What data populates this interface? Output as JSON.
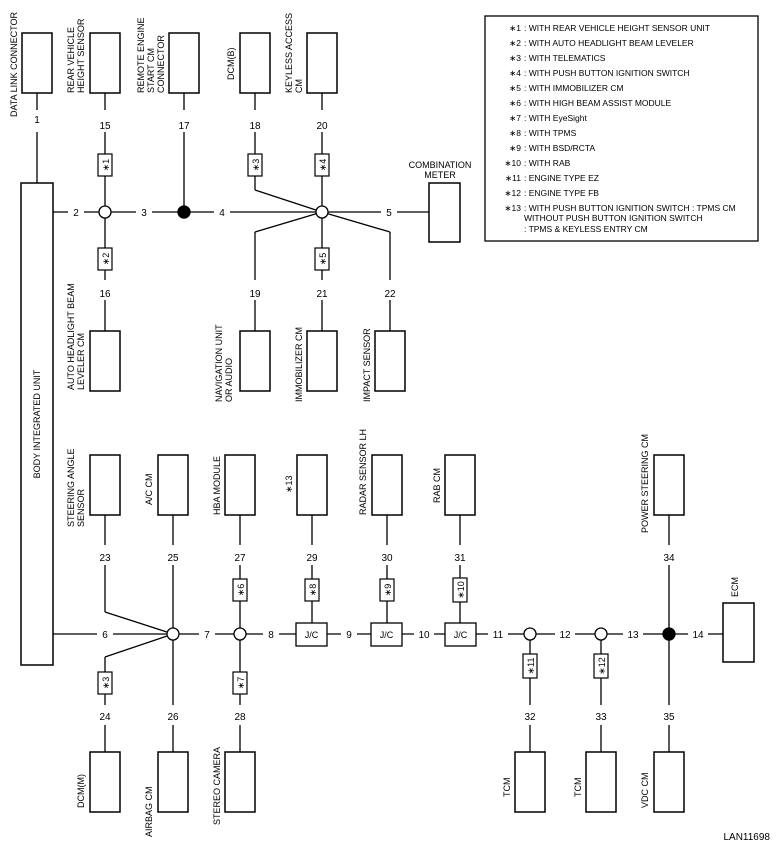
{
  "diagram": {
    "figure_id": "LAN11698",
    "colors": {
      "line": "#000000",
      "background": "#ffffff"
    },
    "body_unit_label": "BODY INTEGRATED UNIT",
    "units": [
      {
        "key": "dlc",
        "label": "DATA LINK CONNECTOR"
      },
      {
        "key": "rvh",
        "label": "REAR VEHICLE HEIGHT SENSOR"
      },
      {
        "key": "res",
        "label": "REMOTE ENGINE START CM CONNECTOR"
      },
      {
        "key": "dcmb",
        "label": "DCM(B)"
      },
      {
        "key": "kacm",
        "label": "KEYLESS ACCESS CM"
      },
      {
        "key": "meter",
        "label": "COMBINATION METER"
      },
      {
        "key": "ahbl",
        "label": "AUTO HEADLIGHT BEAM LEVELER CM"
      },
      {
        "key": "nav",
        "label": "NAVIGATION UNIT OR AUDIO"
      },
      {
        "key": "immo",
        "label": "IMMOBILIZER CM"
      },
      {
        "key": "impact",
        "label": "IMPACT SENSOR"
      },
      {
        "key": "steer",
        "label": "STEERING ANGLE SENSOR"
      },
      {
        "key": "ac",
        "label": "A/C CM"
      },
      {
        "key": "hba",
        "label": "HBA MODULE"
      },
      {
        "key": "n13",
        "label": "∗13"
      },
      {
        "key": "radar",
        "label": "RADAR SENSOR LH"
      },
      {
        "key": "rab",
        "label": "RAB CM"
      },
      {
        "key": "ps",
        "label": "POWER STEERING CM"
      },
      {
        "key": "ecm",
        "label": "ECM"
      },
      {
        "key": "dcmm",
        "label": "DCM(M)"
      },
      {
        "key": "airbag",
        "label": "AIRBAG CM"
      },
      {
        "key": "stereo",
        "label": "STEREO CAMERA"
      },
      {
        "key": "tcm1",
        "label": "TCM"
      },
      {
        "key": "tcm2",
        "label": "TCM"
      },
      {
        "key": "vdc",
        "label": "VDC CM"
      }
    ],
    "wire_numbers": [
      "1",
      "2",
      "3",
      "4",
      "5",
      "6",
      "7",
      "8",
      "9",
      "10",
      "11",
      "12",
      "13",
      "14",
      "15",
      "16",
      "17",
      "18",
      "19",
      "20",
      "21",
      "22",
      "23",
      "24",
      "25",
      "26",
      "27",
      "28",
      "29",
      "30",
      "31",
      "32",
      "33",
      "34",
      "35"
    ],
    "condition_tags": [
      "∗1",
      "∗2",
      "∗3",
      "∗4",
      "∗5",
      "∗3",
      "∗6",
      "∗7",
      "∗8",
      "∗9",
      "∗10",
      "∗11",
      "∗12"
    ],
    "junction_label": "J/C",
    "notes": [
      {
        "mark": "∗1",
        "text": ": WITH REAR VEHICLE HEIGHT SENSOR UNIT"
      },
      {
        "mark": "∗2",
        "text": ": WITH AUTO HEADLIGHT BEAM LEVELER"
      },
      {
        "mark": "∗3",
        "text": ": WITH TELEMATICS"
      },
      {
        "mark": "∗4",
        "text": ": WITH PUSH BUTTON IGNITION SWITCH"
      },
      {
        "mark": "∗5",
        "text": ": WITH IMMOBILIZER CM"
      },
      {
        "mark": "∗6",
        "text": ": WITH HIGH BEAM ASSIST MODULE"
      },
      {
        "mark": "∗7",
        "text": ": WITH EyeSight"
      },
      {
        "mark": "∗8",
        "text": ": WITH TPMS"
      },
      {
        "mark": "∗9",
        "text": ": WITH BSD/RCTA"
      },
      {
        "mark": "∗10",
        "text": ": WITH RAB"
      },
      {
        "mark": "∗11",
        "text": ": ENGINE TYPE EZ"
      },
      {
        "mark": "∗12",
        "text": ": ENGINE TYPE FB"
      },
      {
        "mark": "∗13",
        "text": ": WITH PUSH BUTTON IGNITION SWITCH : TPMS CM"
      },
      {
        "mark": "",
        "text": "WITHOUT PUSH BUTTON IGNITION SWITCH"
      },
      {
        "mark": "",
        "text": ": TPMS & KEYLESS ENTRY CM"
      }
    ]
  }
}
